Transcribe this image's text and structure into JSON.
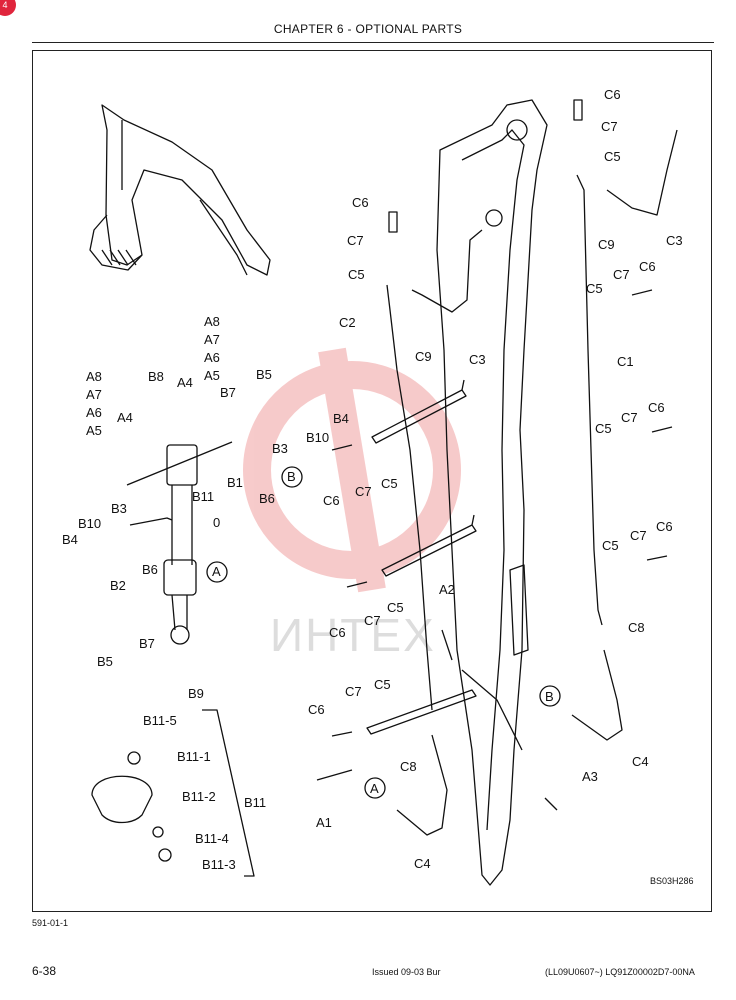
{
  "header": {
    "title": "CHAPTER 6 - OPTIONAL PARTS"
  },
  "watermark": "ИНТЕХ",
  "figure_code": "BS03H286",
  "labels": {
    "c6_a": "C6",
    "c7_a": "C7",
    "c5_a": "C5",
    "c9_a": "C9",
    "c3_a": "C3",
    "c6_b": "C6",
    "c7_b": "C7",
    "c5_b": "C5",
    "c2": "C2",
    "c9_b": "C9",
    "c3_b": "C3",
    "c5_c": "C5",
    "c7_c": "C7",
    "c6_c": "C6",
    "c1": "C1",
    "c5_d": "C5",
    "c7_d": "C7",
    "c6_d": "C6",
    "c5_e": "C5",
    "c7_e": "C7",
    "c6_e": "C6",
    "c8_a": "C8",
    "b_ref_a": "B",
    "c4_a": "C4",
    "a8_a": "A8",
    "a7_a": "A7",
    "a6_a": "A6",
    "a5_a": "A5",
    "a8_b": "A8",
    "a7_b": "A7",
    "a6_b": "A6",
    "a5_b": "A5",
    "b8": "B8",
    "a4_a": "A4",
    "a4_b": "A4",
    "b7_a": "B7",
    "b5_a": "B5",
    "b4_a": "B4",
    "b10_a": "B10",
    "b3_a": "B3",
    "b1": "B1",
    "b_ref_b": "B",
    "b6_a": "B6",
    "b11_a": "B11",
    "c6_f": "C6",
    "c7_f": "C7",
    "c5_f": "C5",
    "b10_b": "B10",
    "b3_b": "B3",
    "b4_b": "B4",
    "b2": "B2",
    "b6_b": "B6",
    "o_mark": "0",
    "a_ref_a": "A",
    "b5_b": "B5",
    "b7_b": "B7",
    "b9": "B9",
    "c6_g": "C6",
    "c7_g": "C7",
    "c5_g": "C5",
    "a2": "A2",
    "b11_5": "B11-5",
    "b11_1": "B11-1",
    "b11_2": "B11-2",
    "b11_b": "B11",
    "b11_4": "B11-4",
    "b11_3": "B11-3",
    "c6_h": "C6",
    "c7_h": "C7",
    "c5_h": "C5",
    "c8_b": "C8",
    "a1": "A1",
    "a_ref_b": "A",
    "c4_b": "C4",
    "a3": "A3"
  },
  "footer": {
    "left_code": "591-01-1",
    "page": "6-38",
    "issued": "Issued 09-03   Bur",
    "right_code": "(LL09U0607~)   LQ91Z00002D7-00NA"
  }
}
